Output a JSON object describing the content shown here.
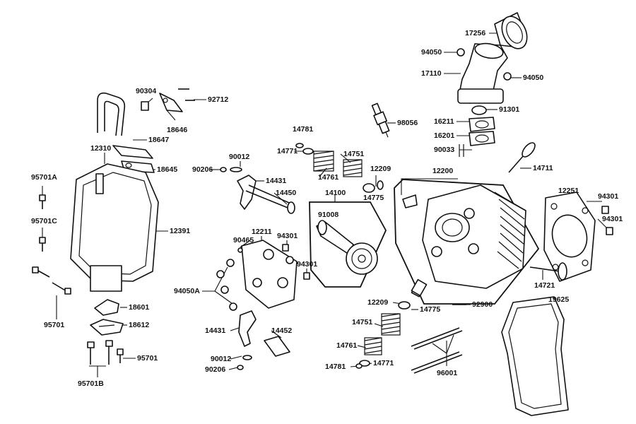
{
  "diagram": {
    "line_color": "#111111",
    "background": "#ffffff",
    "labels": {
      "17256": "17256",
      "94050_top": "94050",
      "17110": "17110",
      "94050_right": "94050",
      "91301": "91301",
      "98056": "98056",
      "16211": "16211",
      "16201": "16201",
      "90033": "90033",
      "14711": "14711",
      "12200": "12200",
      "12251": "12251",
      "94301_r1": "94301",
      "94301_r2": "94301",
      "90304": "90304",
      "92712": "92712",
      "18646": "18646",
      "18647": "18647",
      "12310": "12310",
      "18645": "18645",
      "95701A": "95701A",
      "95701C": "95701C",
      "12391": "12391",
      "95701_left": "95701",
      "18601": "18601",
      "18612": "18612",
      "95701_bottom": "95701",
      "95701B": "95701B",
      "14781_top": "14781",
      "14771_top": "14771",
      "14751_top": "14751",
      "14761_top": "14761",
      "12209_top": "12209",
      "14775_top": "14775",
      "90012_top": "90012",
      "90206_top": "90206",
      "14431_top": "14431",
      "14450": "14450",
      "14100": "14100",
      "91008": "91008",
      "12211": "12211",
      "90465": "90465",
      "94301_c1": "94301",
      "94301_c2": "94301",
      "94050A": "94050A",
      "14431_bottom": "14431",
      "14452": "14452",
      "90012_bottom": "90012",
      "90206_bottom": "90206",
      "12209_bottom": "12209",
      "14775_bottom": "14775",
      "92900": "92900",
      "14751_bottom": "14751",
      "14761_bottom": "14761",
      "14781_bottom": "14781",
      "14771_bottom": "14771",
      "96001": "96001",
      "14721": "14721",
      "19625": "19625"
    }
  }
}
